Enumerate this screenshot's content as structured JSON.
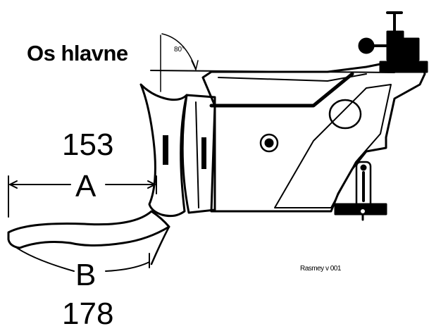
{
  "labels": {
    "barrel_axis": "Os hlavne",
    "angle": "80°",
    "dimension_a_value": "153",
    "dimension_a_letter": "A",
    "dimension_b_letter": "B",
    "dimension_b_value": "178",
    "caption": "Rasmey v 001"
  },
  "colors": {
    "ink": "#000000",
    "paper": "#ffffff"
  }
}
